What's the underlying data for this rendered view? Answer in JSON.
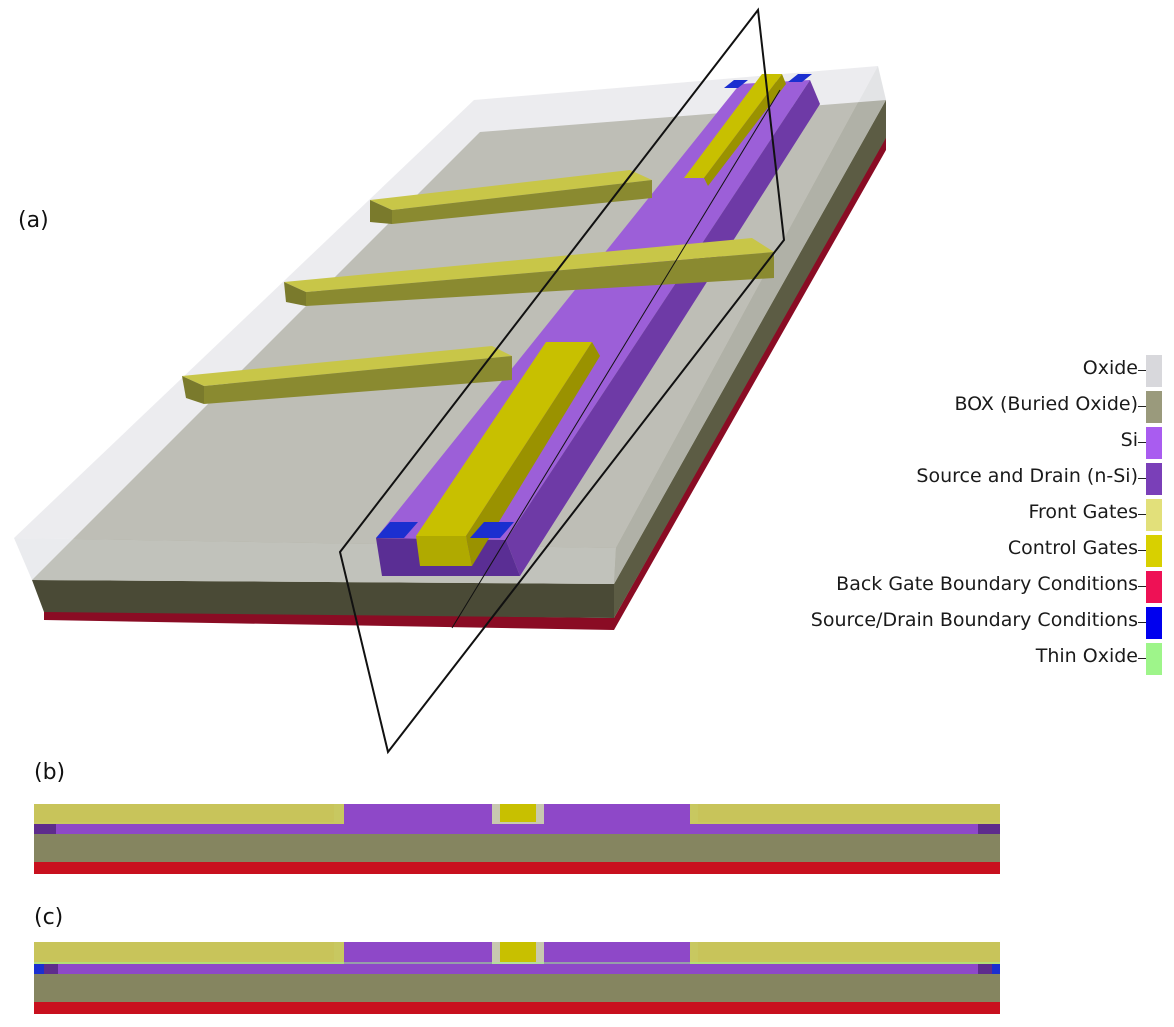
{
  "panels": {
    "a": "(a)",
    "b": "(b)",
    "c": "(c)"
  },
  "legend": [
    {
      "label": "Oxide",
      "color": "#d8d8dc"
    },
    {
      "label": "BOX (Buried Oxide)",
      "color": "#9a9a7c"
    },
    {
      "label": "Si",
      "color": "#a95cf0"
    },
    {
      "label": "Source and Drain (n-Si)",
      "color": "#7a3fb8"
    },
    {
      "label": "Front Gates",
      "color": "#e2e07a"
    },
    {
      "label": "Control Gates",
      "color": "#d8d000"
    },
    {
      "label": "Back Gate Boundary Conditions",
      "color": "#ee1155"
    },
    {
      "label": "Source/Drain Boundary Conditions",
      "color": "#0000ee"
    },
    {
      "label": "Thin Oxide",
      "color": "#9ef58a"
    }
  ],
  "colors": {
    "oxide": "#d2d3d8",
    "box": "#999980",
    "box_side": "#4b4b38",
    "si": "#8e56cc",
    "front_gate": "#c8c84e",
    "control_gate": "#c8c000",
    "back_gate": "#a0102a",
    "sd_contact": "#1b2fd0",
    "thin_oxide": "#9ef58a"
  }
}
